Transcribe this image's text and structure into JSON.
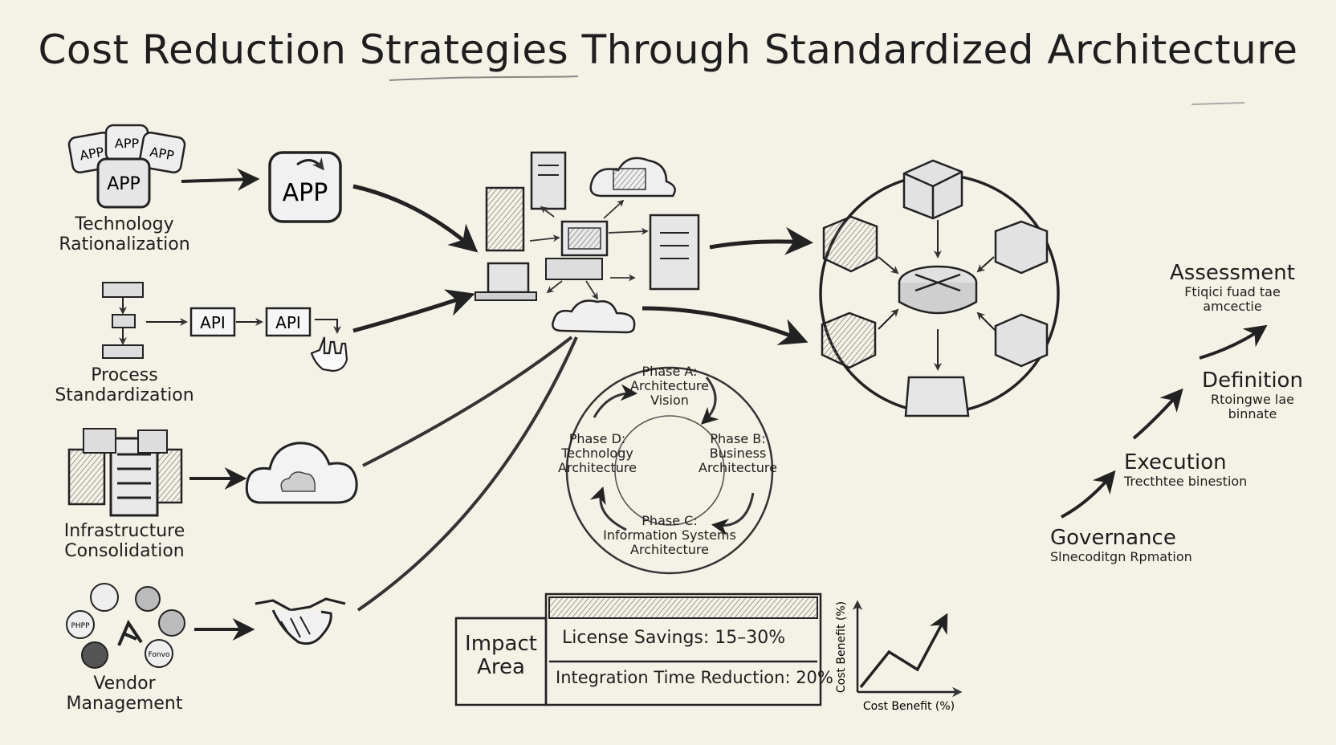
{
  "title": "Cost Reduction Strategies Through Standardized Architecture",
  "colors": {
    "paper": "#f4f1e6",
    "ink": "#1f1f1f",
    "shade": "#6b6b6b"
  },
  "left_strategies": [
    {
      "label": "Technology\nRationalization",
      "icon": "app-stack-icon",
      "icon_text": [
        "APP",
        "APP",
        "APP",
        "APP"
      ],
      "target_icon": "app-icon",
      "target_text": "APP"
    },
    {
      "label": "Process\nStandardization",
      "icon": "process-flow-icon",
      "api_labels": [
        "API",
        "API"
      ],
      "target_icon": "hand-pointer-icon"
    },
    {
      "label": "Infrastructure\nConsolidation",
      "icon": "server-rack-icon",
      "target_icon": "cloud-icon"
    },
    {
      "label": "Vendor\nManagement",
      "icon": "vendor-logos-icon",
      "logo_texts": [
        "PHPP",
        "Fonvo"
      ],
      "target_icon": "handshake-icon"
    }
  ],
  "center_network": {
    "icon": "server-network-icon",
    "screen_text": ""
  },
  "phases": {
    "a": "Phase A:\nArchitecture\nVision",
    "b": "Phase B:\nBusiness\nArchitecture",
    "c": "Phase C:\nInformation Systems\nArchitecture",
    "d": "Phase D:\nTechnology\nArchitecture"
  },
  "hub_icon": "hub-network-icon",
  "steps": [
    {
      "title": "Assessment",
      "sub": "Ftiqici fuad tae\namcectie"
    },
    {
      "title": "Definition",
      "sub": "Rtoingwe lae\nbinnate"
    },
    {
      "title": "Execution",
      "sub": "Trecthtee binestion"
    },
    {
      "title": "Governance",
      "sub": "Slnecoditgn Rpmation"
    }
  ],
  "impact": {
    "header": "Impact\nArea",
    "rows": [
      "License Savings: 15–30%",
      "Integration Time Reduction: 20%"
    ]
  },
  "chart_data": {
    "type": "line",
    "xlabel": "Cost Benefit (%)",
    "ylabel": "Cost Benefit (%)",
    "x": [
      1,
      2,
      3,
      4
    ],
    "values": [
      1,
      3,
      2,
      5
    ],
    "grid": false
  }
}
